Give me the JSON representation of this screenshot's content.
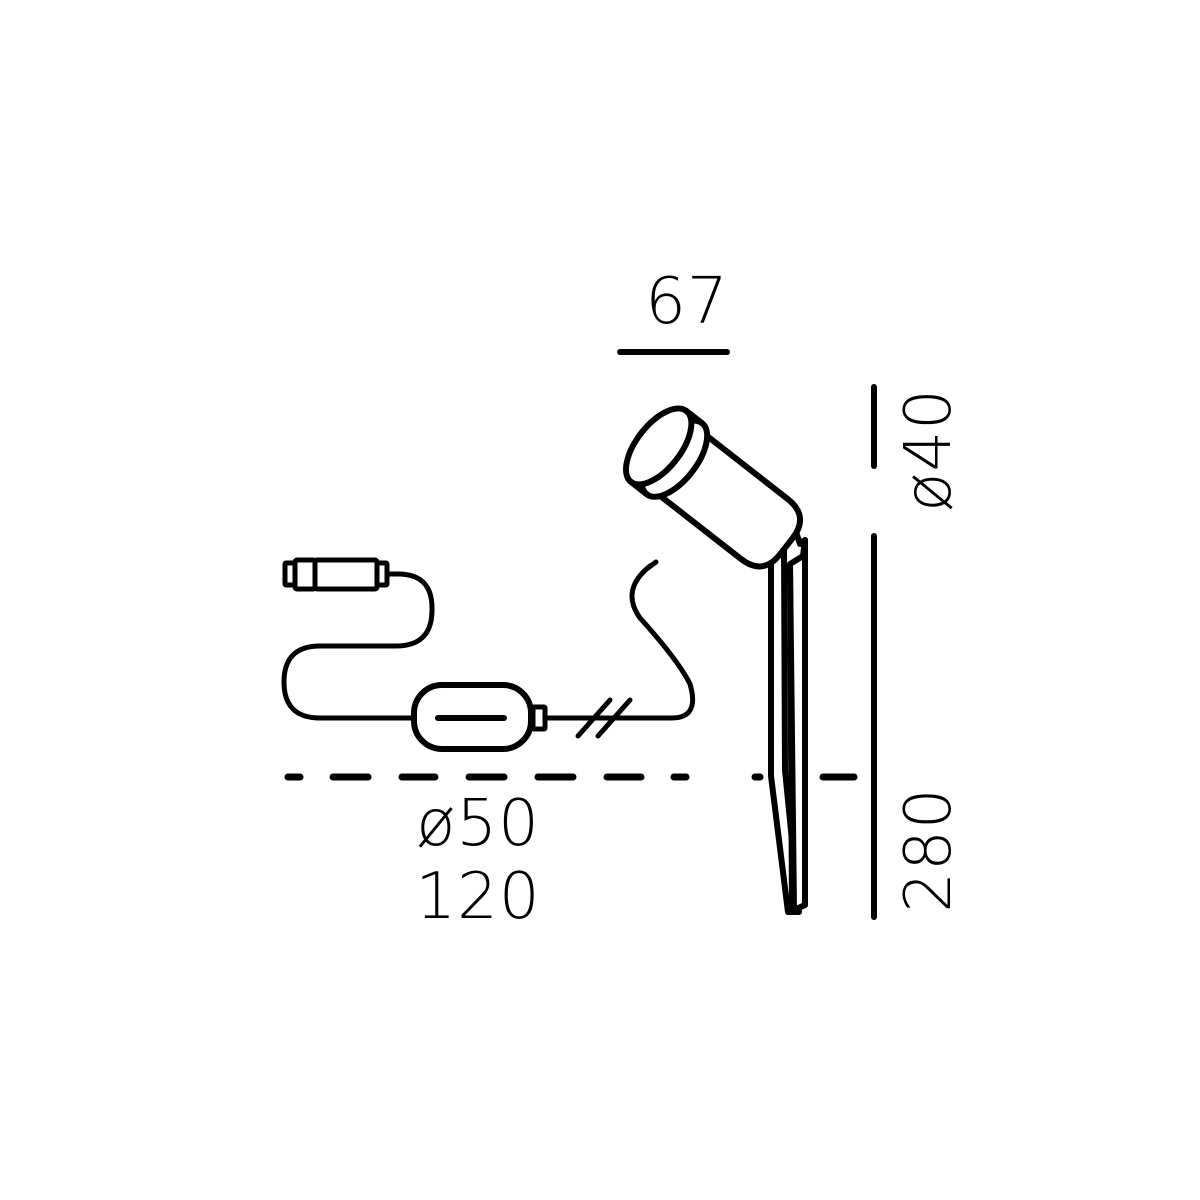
{
  "drawing": {
    "subject": "garden spike spotlight with cable and connector",
    "line_color": "#000000",
    "background_color": "#ffffff"
  },
  "dimensions": {
    "head_width": {
      "label": "67"
    },
    "head_diameter": {
      "label": "ø40"
    },
    "total_height": {
      "label": "280"
    },
    "driver_diameter": {
      "label": "ø50"
    },
    "driver_length": {
      "label": "120"
    }
  },
  "annotations": {
    "ground_line": "dashed",
    "cable_break": "double-slash"
  }
}
